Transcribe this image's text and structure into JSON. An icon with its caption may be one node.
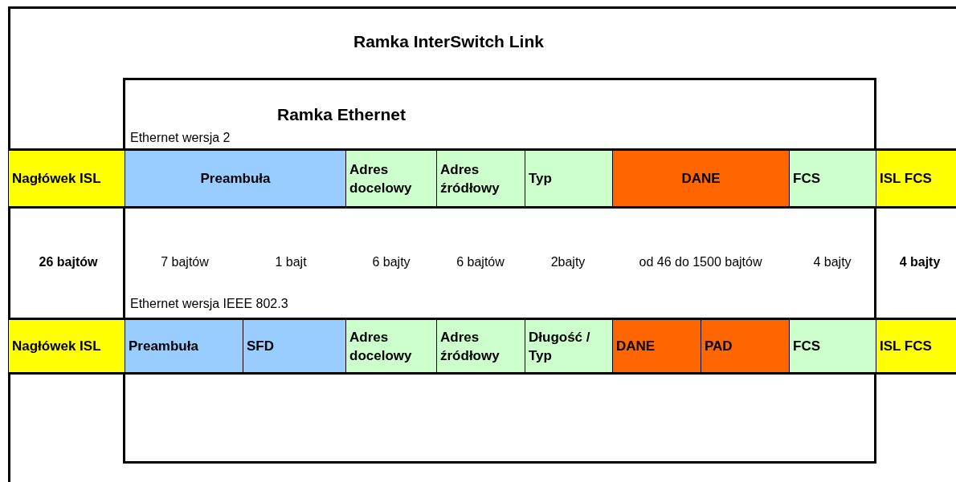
{
  "diagram": {
    "nodes": [
      {
        "text": [
          "Ramka InterSwitch Link"
        ]
      },
      {
        "text": [
          "Ramka Ethernet"
        ],
        "in": 0
      },
      {
        "text": [
          "Nagłówek ISL"
        ],
        "in": 0
      },
      {
        "text": [
          "Preambuła"
        ],
        "in": 1
      },
      {
        "text": [
          "Adres docelowy"
        ],
        "in": 1
      },
      {
        "text": [
          "Adres źródłowy"
        ],
        "in": 1
      },
      {
        "text": [
          "Typ"
        ],
        "in": 1
      },
      {
        "text": [
          "DANE"
        ],
        "in": 1
      },
      {
        "text": [
          "FCS"
        ],
        "in": 1
      },
      {
        "text": [
          "ISL FCS"
        ],
        "in": 0
      },
      {
        "text": [
          "Nagłówek ISL"
        ],
        "in": 0
      },
      {
        "text": [
          "Preambuła"
        ],
        "in": 1
      },
      {
        "text": [
          "SFD"
        ],
        "in": 1
      },
      {
        "text": [
          "Adres docelowy"
        ],
        "in": 1
      },
      {
        "text": [
          "Adres źródłowy"
        ],
        "in": 1
      },
      {
        "text": [
          "Długość / Typ"
        ],
        "in": 1
      },
      {
        "text": [
          "DANE"
        ],
        "in": 1
      },
      {
        "text": [
          "PAD"
        ],
        "in": 1
      },
      {
        "text": [
          "FCS"
        ],
        "in": 1
      },
      {
        "text": [
          "ISL FCS"
        ],
        "in": 0
      }
    ],
    "labels": [
      "Ethernet wersja 2",
      "26 bajtów",
      "7 bajtów",
      "1 bajt",
      "6 bajty",
      "6 bajtów",
      "2bajty",
      "od 46 do 1500 bajtów",
      "4 bajty",
      "4 bajty",
      "Ethernet wersja IEEE 802.3"
    ]
  }
}
